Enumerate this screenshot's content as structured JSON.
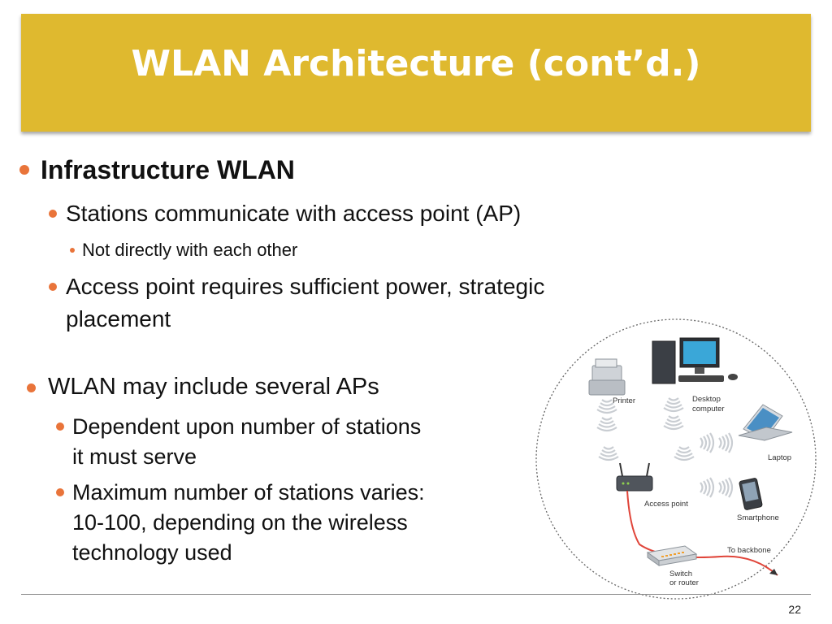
{
  "slide": {
    "title": "WLAN Architecture (cont’d.)",
    "page_number": "22"
  },
  "bullets": {
    "b1": "Infrastructure WLAN",
    "b1_1": "Stations communicate with access point (AP)",
    "b1_1_1": "Not directly with each other",
    "b1_2_line1": "Access point requires sufficient power, strategic",
    "b1_2_line2": "placement",
    "b2": "WLAN may include several APs",
    "b2_1_line1": "Dependent upon number of stations",
    "b2_1_line2": "it must serve",
    "b2_2_line1": "Maximum number of stations varies:",
    "b2_2_line2": "10-100, depending on the wireless",
    "b2_2_line3": "technology used"
  },
  "diagram": {
    "printer": "Printer",
    "desktop_line1": "Desktop",
    "desktop_line2": "computer",
    "laptop": "Laptop",
    "access_point": "Access point",
    "smartphone": "Smartphone",
    "backbone": "To backbone",
    "switch_line1": "Switch",
    "switch_line2": "or router"
  },
  "colors": {
    "title_bar": "#dfb92f",
    "bullet_accent": "#e9743a",
    "cable": "#e0453a"
  }
}
